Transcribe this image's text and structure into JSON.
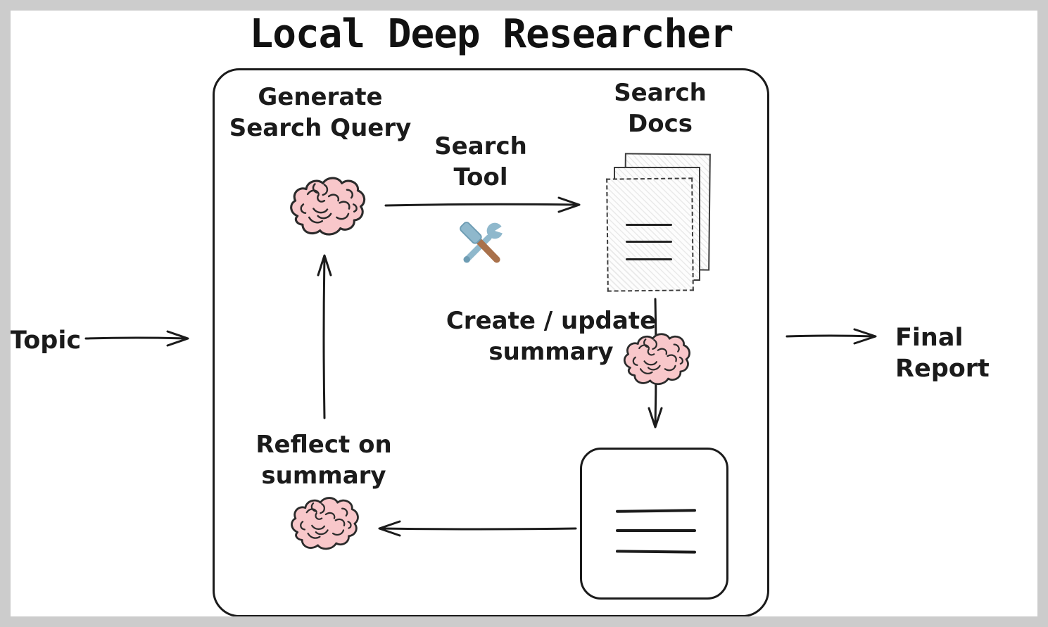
{
  "title": "Local Deep Researcher",
  "io": {
    "input_label": "Topic",
    "output_label": "Final Report"
  },
  "nodes": {
    "generate": {
      "line1": "Generate",
      "line2": "Search Query",
      "icon": "brain-icon"
    },
    "search_tool": {
      "line1": "Search",
      "line2": "Tool",
      "icon": "hammer-wrench-icon"
    },
    "search_docs": {
      "line1": "Search",
      "line2": "Docs",
      "icon": "documents-stack-icon"
    },
    "create_update": {
      "line1": "Create / update",
      "line2": "summary",
      "icon": "brain-icon"
    },
    "reflect": {
      "line1": "Reflect on",
      "line2": "summary",
      "icon": "brain-icon"
    },
    "summary_note": {
      "icon": "note-lines-icon"
    }
  },
  "edges": [
    {
      "from": "topic",
      "to": "generate-search-query"
    },
    {
      "from": "generate-search-query",
      "to": "search-docs",
      "via": "search-tool"
    },
    {
      "from": "search-docs",
      "to": "summary-note",
      "via": "create-update-summary"
    },
    {
      "from": "summary-note",
      "to": "reflect-on-summary"
    },
    {
      "from": "reflect-on-summary",
      "to": "generate-search-query"
    },
    {
      "from": "summary-note",
      "to": "final-report"
    }
  ],
  "colors": {
    "frame": "#cccccc",
    "ink": "#1b1b1b",
    "brain_fill": "#f8c7ca",
    "brain_stroke": "#2b2b2b",
    "tool_metal": "#8fb8cc",
    "tool_metal_dark": "#6d9cb3",
    "tool_handle": "#a9714b"
  }
}
